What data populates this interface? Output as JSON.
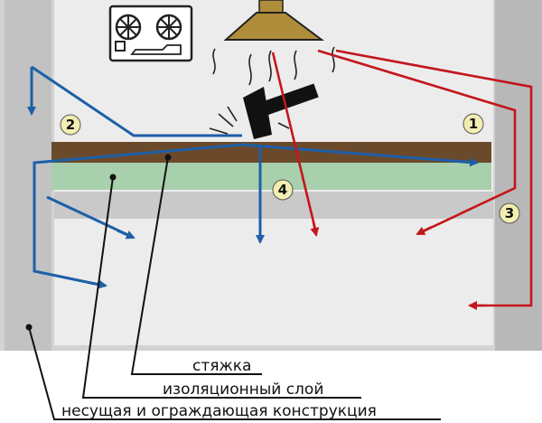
{
  "markers": {
    "m1": "1",
    "m2": "2",
    "m3": "3",
    "m4": "4"
  },
  "labels": {
    "screed": "стяжка",
    "insulation": "изоляционный слой",
    "structure": "несущая и ограждающая конструкция"
  },
  "icons": {
    "tape_recorder": "tape-recorder-icon",
    "lamp": "ceiling-lamp-icon",
    "hammer": "hammer-icon"
  },
  "colors": {
    "structure": "#d3d3d3",
    "wall": "#b8b8b8",
    "screed": "#6b4a2b",
    "insulation": "#a8d0ad",
    "impact_noise": "#1d5fa8",
    "airborne_noise": "#c4161c",
    "lamp": "#b08d3a",
    "marker": "#f2eeb2"
  }
}
